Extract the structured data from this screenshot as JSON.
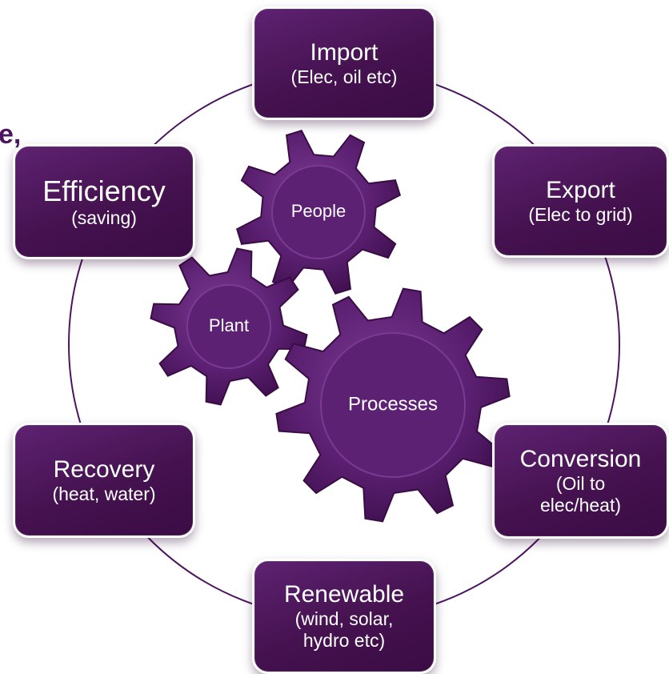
{
  "fragment_text": "e,",
  "cycle": {
    "import": {
      "title": "Import",
      "sub": "(Elec, oil etc)"
    },
    "export": {
      "title": "Export",
      "sub": "(Elec to grid)"
    },
    "conversion": {
      "title": "Conversion",
      "sub1": "(Oil to",
      "sub2": "elec/heat)"
    },
    "renewable": {
      "title": "Renewable",
      "sub1": "(wind, solar,",
      "sub2": "hydro etc)"
    },
    "recovery": {
      "title": "Recovery",
      "sub": "(heat, water)"
    },
    "efficiency": {
      "title": "Efficiency",
      "sub": "(saving)"
    }
  },
  "gears": {
    "people": "People",
    "plant": "Plant",
    "processes": "Processes"
  },
  "colors": {
    "box_fill": "#4b1560",
    "box_border": "#ffffff",
    "ring": "#4b1560",
    "gear_fill": "#5a1f70",
    "text": "#ffffff"
  }
}
